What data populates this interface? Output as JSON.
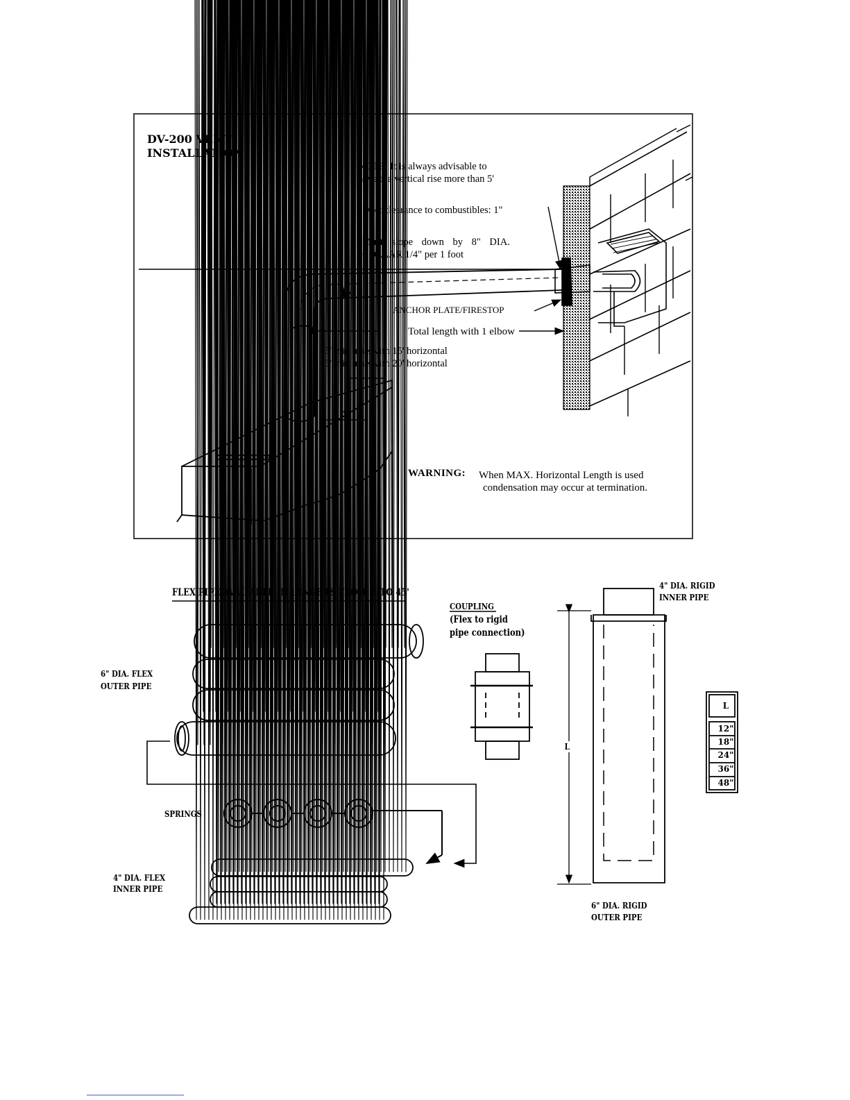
{
  "top_diagram": {
    "title_line1": "DV-200 VENT",
    "title_line2": "INSTALLATION",
    "note_line1": "NOTE: It is always advisable to",
    "note_line2": "have the vertical rise more than 5'",
    "duct_clearance": "Duct clearance to combustibles: 1\"",
    "slope_line1": "Must slope down by 8\" DIA.",
    "slope_line2": "COLLAR 1/4\" per 1 foot",
    "anchor_plate": "ANCHOR PLATE/FIRESTOP",
    "total_length": "Total length with 1 elbow",
    "rise_line1": "5' min. rise with 15' horizontal",
    "rise_line2": "6' min. rise with 20' horizontal",
    "warning_label": "WARNING:",
    "warning_line1": "When MAX. Horizontal Length is used",
    "warning_line2": "condensation may occur at termination."
  },
  "bottom_diagram": {
    "flex_available": "FLEX PIPE AVAILABLE IN LENGHTS FROM 2' TO 45'",
    "outer_flex_line1": "6\" DIA. FLEX",
    "outer_flex_line2": "OUTER PIPE",
    "springs": "SPRINGS",
    "inner_flex_line1": "4\" DIA. FLEX",
    "inner_flex_line2": "INNER PIPE",
    "coupling_title": "COUPLING",
    "coupling_line1": "(Flex to rigid",
    "coupling_line2": "pipe connection)",
    "rigid_inner_line1": "4\" DIA. RIGID",
    "rigid_inner_line2": "INNER PIPE",
    "rigid_outer_line1": "6\" DIA. RIGID",
    "rigid_outer_line2": "OUTER PIPE",
    "length_marker": "L",
    "length_table": {
      "header": "L",
      "rows": [
        "12\"",
        "18\"",
        "24\"",
        "36\"",
        "48\""
      ]
    }
  }
}
